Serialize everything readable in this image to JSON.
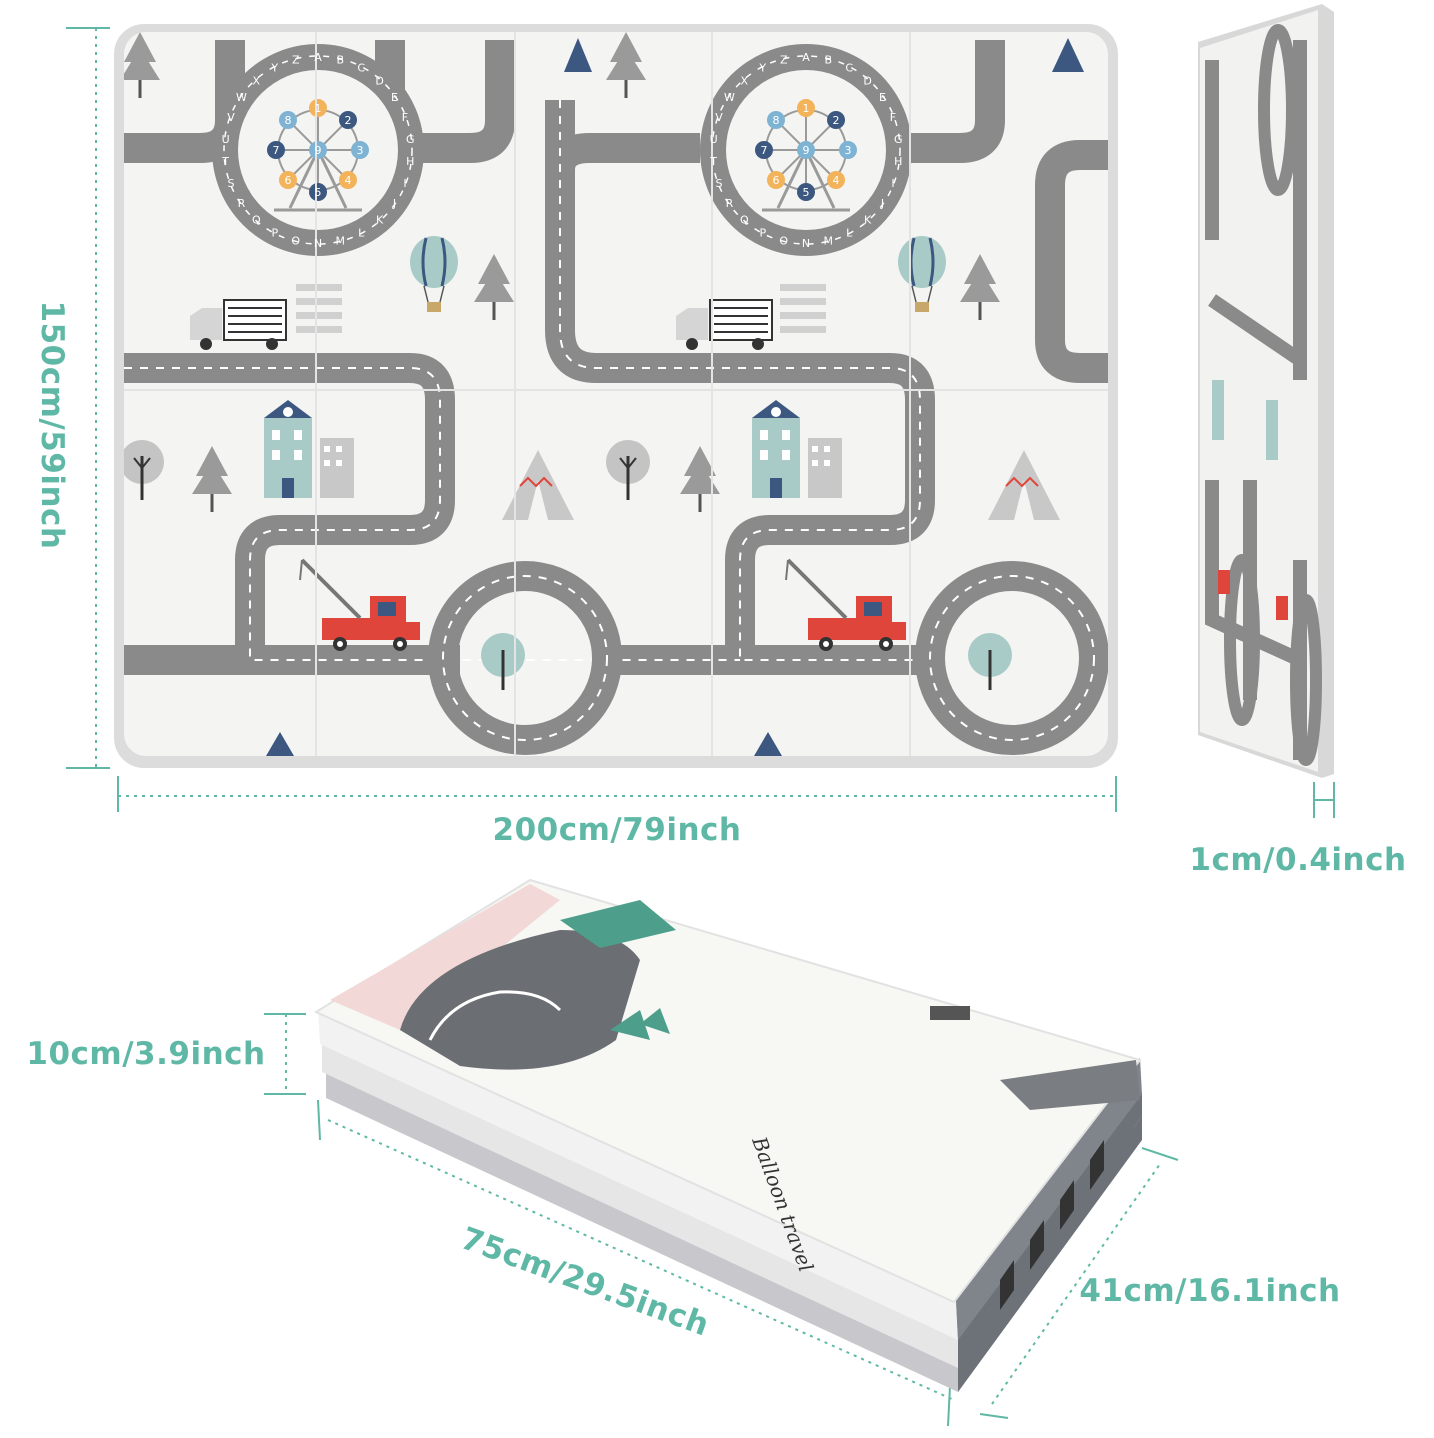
{
  "dimensions": {
    "height_label": "150cm/59inch",
    "width_label": "200cm/79inch",
    "thickness_label": "1cm/0.4inch",
    "folded_height_label": "10cm/3.9inch",
    "folded_length_label": "75cm/29.5inch",
    "folded_width_label": "41cm/16.1inch"
  },
  "mat": {
    "ferris_wheel_letters": "ABCDEFGHIJKLMNOPQRSTUVWXYZ",
    "ferris_wheel_numbers": [
      "1",
      "2",
      "3",
      "4",
      "5",
      "6",
      "7",
      "8",
      "9"
    ]
  },
  "folded_mat": {
    "cover_text": "Balloon travel"
  },
  "colors": {
    "accent": "#5fb8a6",
    "road": "#8a8a8a",
    "mat_background": "#f4f4f2",
    "mat_border": "#d6d6d6",
    "truck_red": "#e0453c",
    "navy": "#3c5780",
    "teal_building": "#a8cbc7"
  }
}
